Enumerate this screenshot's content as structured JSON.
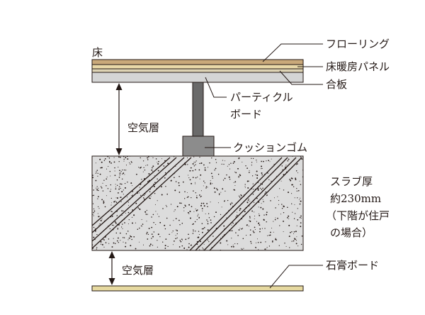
{
  "title": "床",
  "labels": {
    "flooring": "フローリング",
    "heating_panel": "床暖房パネル",
    "plywood": "合板",
    "particle_board_1": "パーティクル",
    "particle_board_2": "ボード",
    "air_layer_upper": "空気層",
    "cushion_rubber": "クッションゴム",
    "slab_1": "スラブ厚",
    "slab_2": "約230mm",
    "slab_3": "（下階が住戸",
    "slab_4": "の場合）",
    "air_layer_lower": "空気層",
    "gypsum_board": "石膏ボード"
  },
  "colors": {
    "flooring": "#c9a97a",
    "heating_panel": "#e9d9a8",
    "plywood": "#ddd3b4",
    "particle_board": "#d4d5d5",
    "concrete": "#dcdcdc",
    "stud": "#6a6a6a",
    "cushion": "#8c8c8c",
    "gypsum": "#e6d9a0",
    "line": "#231815"
  }
}
